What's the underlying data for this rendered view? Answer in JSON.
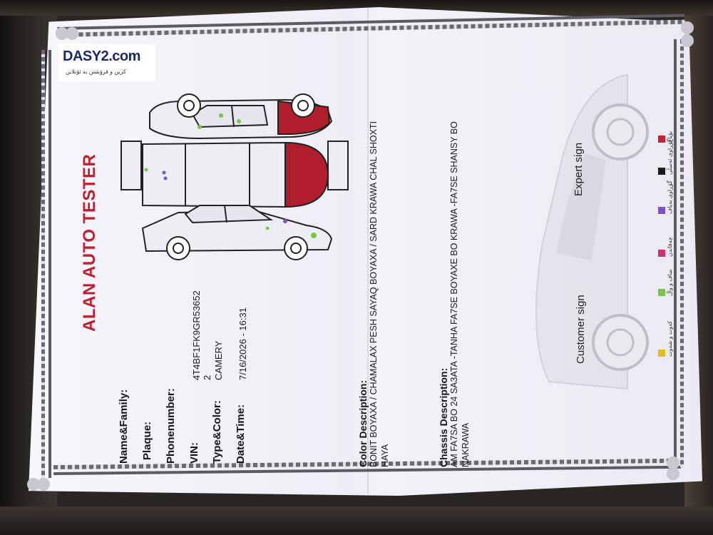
{
  "logo": {
    "brand": "DASY2.com",
    "subtitle": "کرین و فرۆشتن بە ئۆنلاین"
  },
  "title": "ALAN AUTO TESTER",
  "fields": [
    {
      "label": "Name&Family:",
      "value": ""
    },
    {
      "label": "Plaque:",
      "value": ""
    },
    {
      "label": "Phonenumber:",
      "value": ""
    },
    {
      "label": "VIN:",
      "value": "4T4BF1FK9GR53652"
    },
    {
      "label": "",
      "value": "2"
    },
    {
      "label": "Type&Color:",
      "value": "CAMERY"
    },
    {
      "label": "Date&Time:",
      "value": "7/16/2026 - 16:31"
    }
  ],
  "color_description": {
    "heading": "Color Description:",
    "line1": "BONIT BOYAXA  / CHAMALAX PESH SAYAQ BOYAXA  / SARD KRAWA  CHAL SHOXTI",
    "line2": "HAYA"
  },
  "chassis_description": {
    "heading": "Chassis Description:",
    "line1": "AM FA7SA BO  24 SA3ATA   -TANHA FA7SE BOYAXE BO KRAWA -FA7SE SHANSY BO",
    "line2": "NAKRAWA"
  },
  "signatures": {
    "customer": "Customer sign",
    "expert": "Expert sign"
  },
  "legend": [
    {
      "label": "بۆیاخ",
      "color": "#c42032"
    },
    {
      "label": "گۆڕاوی ئەسڵی",
      "color": "#1c1c1c"
    },
    {
      "label": "گۆڕاوی بەیاف",
      "color": "#7b54c8"
    },
    {
      "label": "چەقاندن",
      "color": "#d03070"
    },
    {
      "label": "ساف و واڵ",
      "color": "#7cc448"
    },
    {
      "label": "کەوت و شەوت",
      "color": "#e0c020"
    }
  ],
  "colors": {
    "title_red": "#c0202e",
    "paint_red": "#b01e2e"
  }
}
